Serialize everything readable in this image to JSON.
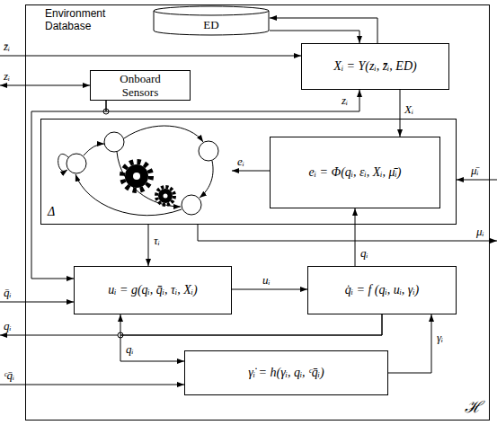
{
  "diagram": {
    "nodes": [
      {
        "text": [
          "ℋ"
        ]
      },
      {
        "text": [
          "Environment Database",
          "ED"
        ],
        "in": 0
      },
      {
        "text": [
          "Xᵢ = Υ(zᵢ, z̄ᵢ, ED)"
        ],
        "in": 0
      },
      {
        "text": [
          "Onboard Sensors"
        ],
        "in": 0
      },
      {
        "text": [
          "Δ"
        ],
        "in": 0
      },
      {
        "text": [
          "eᵢ = Φ(qᵢ, εᵢ, Xᵢ, μ̄ᵢ)"
        ],
        "in": 4
      },
      {
        "text": [
          "uᵢ = g(qᵢ, q̄ᵢ, τᵢ, Xᵢ)"
        ],
        "in": 0
      },
      {
        "text": [
          "q̇ᵢ = f (qᵢ, uᵢ, γᵢ)"
        ],
        "in": 0
      },
      {
        "text": [
          "γ̇ᵢ = h(γᵢ, qᵢ, ᶜq̄ᵢ)"
        ],
        "in": 0
      }
    ],
    "edges": [
      {
        "from": 1,
        "to": 2,
        "arrow": "to"
      },
      {
        "from": 2,
        "to": 1,
        "arrow": "to"
      },
      {
        "from": 3,
        "to": 2,
        "label": "zᵢ",
        "arrow": "to"
      },
      {
        "from": 2,
        "to": 5,
        "label": "Xᵢ",
        "arrow": "to"
      },
      {
        "from": 3,
        "to": 6,
        "arrow": "to"
      },
      {
        "from": 4,
        "to": 6,
        "label": "τᵢ",
        "arrow": "to"
      },
      {
        "from": 6,
        "to": 7,
        "label": "uᵢ",
        "arrow": "to"
      },
      {
        "from": 7,
        "to": 5,
        "label": "qᵢ",
        "arrow": "to"
      },
      {
        "from": 7,
        "to": 6,
        "arrow": "to"
      },
      {
        "from": 7,
        "to": 8,
        "label": "qᵢ",
        "arrow": "to"
      },
      {
        "from": 8,
        "to": 7,
        "label": "γᵢ",
        "arrow": "to"
      }
    ],
    "labels": [
      "z̄ᵢ",
      "zᵢ",
      "eᵢ",
      "μ̄ᵢ",
      "μᵢ",
      "q̄ᵢ",
      "qᵢ",
      "ᶜq̄ᵢ"
    ]
  }
}
